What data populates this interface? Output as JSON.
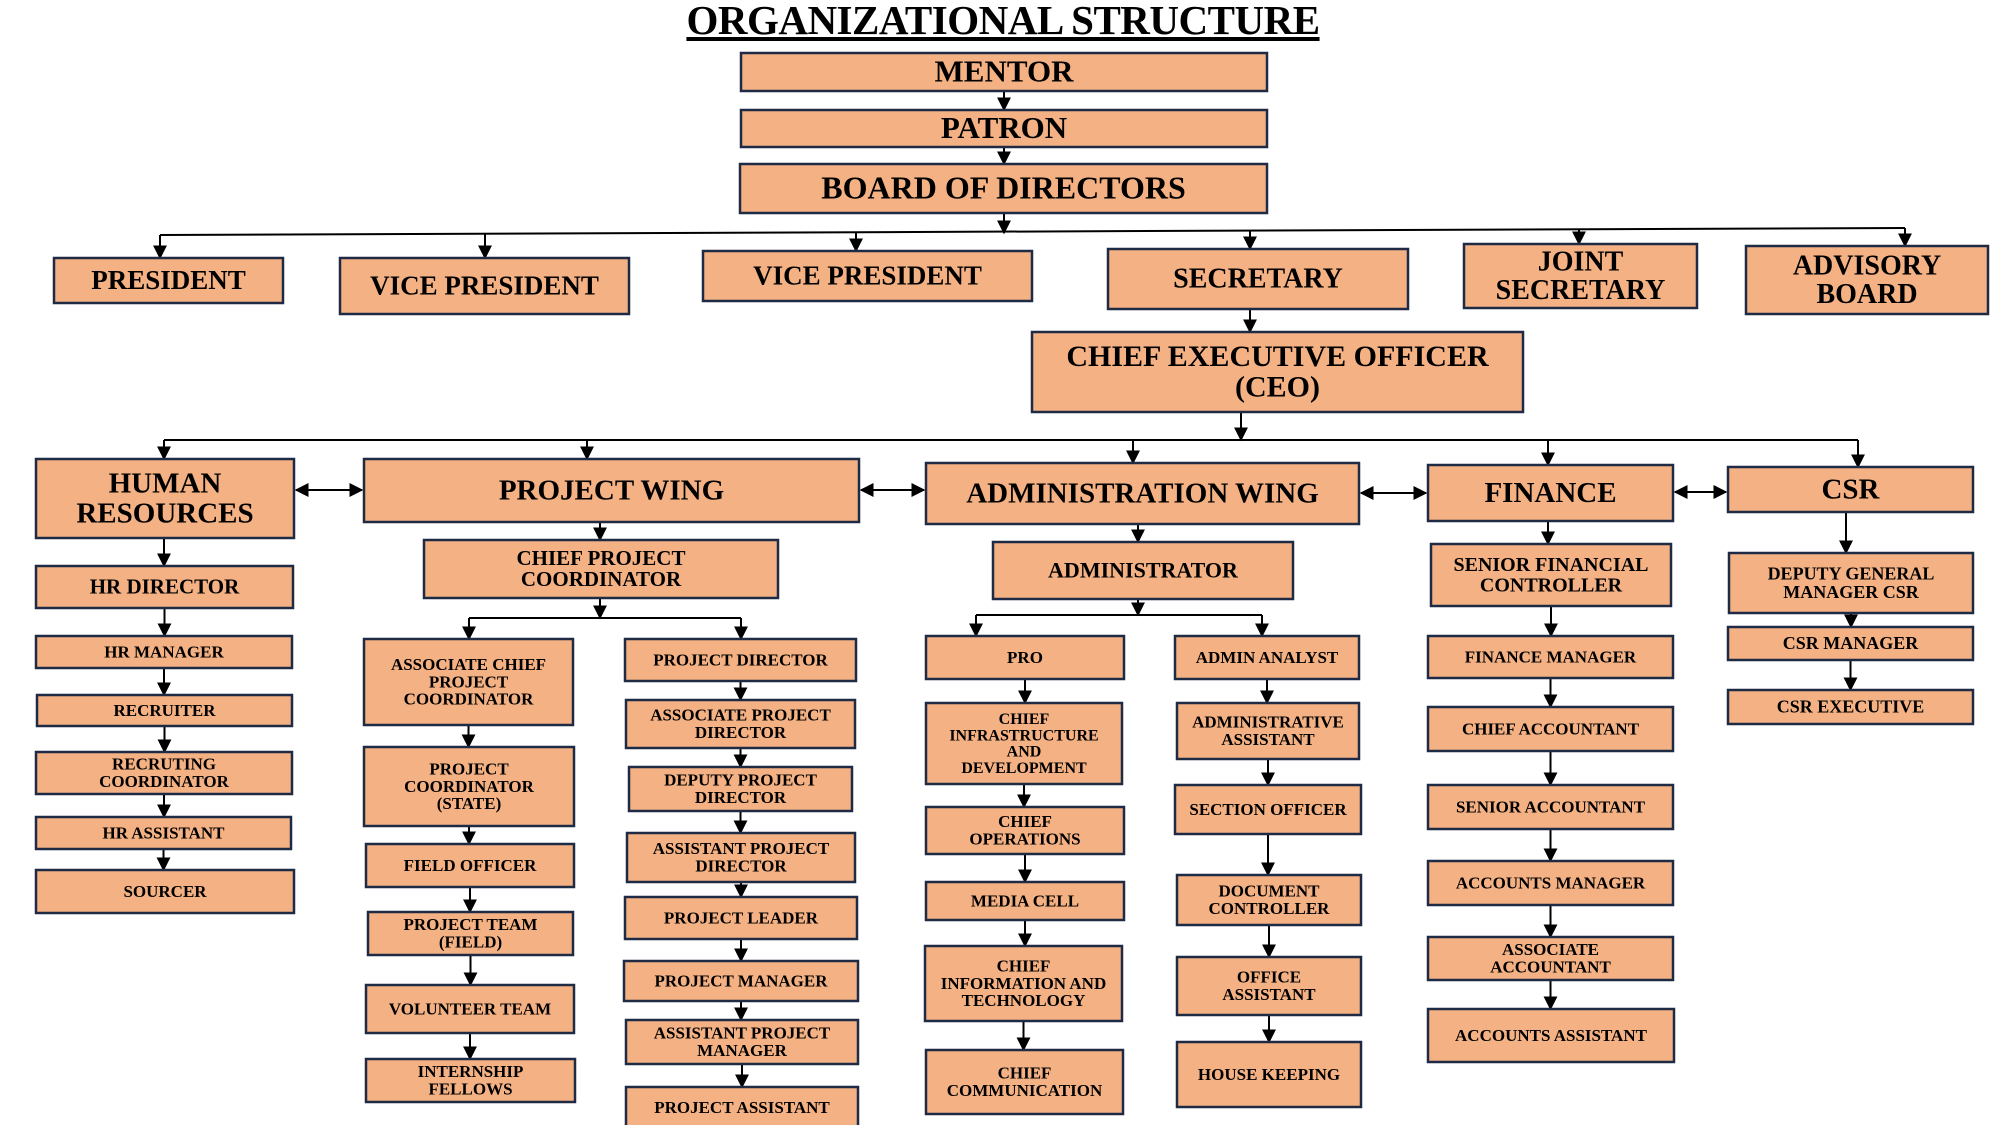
{
  "title": "ORGANIZATIONAL STRUCTURE",
  "colors": {
    "box_fill": "#F4B183",
    "box_border": "#1F2A44",
    "line": "#000000"
  },
  "top_chain": {
    "mentor": "MENTOR",
    "patron": "PATRON",
    "board": "BOARD OF DIRECTORS"
  },
  "board_reports": [
    {
      "id": "president",
      "lines": [
        "PRESIDENT"
      ]
    },
    {
      "id": "vice-president-1",
      "lines": [
        "VICE PRESIDENT"
      ]
    },
    {
      "id": "vice-president-2",
      "lines": [
        "VICE PRESIDENT"
      ]
    },
    {
      "id": "secretary",
      "lines": [
        "SECRETARY"
      ]
    },
    {
      "id": "joint-secretary",
      "lines": [
        "JOINT",
        "SECRETARY"
      ]
    },
    {
      "id": "advisory-board",
      "lines": [
        "ADVISORY",
        "BOARD"
      ]
    }
  ],
  "ceo": {
    "lines": [
      "CHIEF EXECUTIVE OFFICER",
      "(CEO)"
    ]
  },
  "wings": [
    {
      "id": "human-resources",
      "lines": [
        "HUMAN",
        "RESOURCES"
      ],
      "columns": [
        [
          [
            "HR DIRECTOR"
          ],
          [
            "HR MANAGER"
          ],
          [
            "RECRUITER"
          ],
          [
            "RECRUTING",
            "COORDINATOR"
          ],
          [
            "HR ASSISTANT"
          ],
          [
            "SOURCER"
          ]
        ]
      ]
    },
    {
      "id": "project-wing",
      "lines": [
        "PROJECT WING"
      ],
      "head": [
        "CHIEF PROJECT",
        "COORDINATOR"
      ],
      "columns": [
        [
          [
            "ASSOCIATE CHIEF",
            "PROJECT",
            "COORDINATOR"
          ],
          [
            "PROJECT",
            "COORDINATOR",
            "(STATE)"
          ],
          [
            "FIELD OFFICER"
          ],
          [
            "PROJECT TEAM",
            "(FIELD)"
          ],
          [
            "VOLUNTEER TEAM"
          ],
          [
            "INTERNSHIP",
            "FELLOWS"
          ]
        ],
        [
          [
            "PROJECT DIRECTOR"
          ],
          [
            "ASSOCIATE PROJECT",
            "DIRECTOR"
          ],
          [
            "DEPUTY PROJECT",
            "DIRECTOR"
          ],
          [
            "ASSISTANT PROJECT",
            "DIRECTOR"
          ],
          [
            "PROJECT LEADER"
          ],
          [
            "PROJECT MANAGER"
          ],
          [
            "ASSISTANT PROJECT",
            "MANAGER"
          ],
          [
            "PROJECT ASSISTANT"
          ]
        ]
      ]
    },
    {
      "id": "administration-wing",
      "lines": [
        "ADMINISTRATION WING"
      ],
      "head": [
        "ADMINISTRATOR"
      ],
      "columns": [
        [
          [
            "PRO"
          ],
          [
            "CHIEF",
            "INFRASTRUCTURE",
            "AND",
            "DEVELOPMENT"
          ],
          [
            "CHIEF",
            "OPERATIONS"
          ],
          [
            "MEDIA CELL"
          ],
          [
            "CHIEF",
            "INFORMATION AND",
            "TECHNOLOGY"
          ],
          [
            "CHIEF",
            "COMMUNICATION"
          ]
        ],
        [
          [
            "ADMIN ANALYST"
          ],
          [
            "ADMINISTRATIVE",
            "ASSISTANT"
          ],
          [
            "SECTION OFFICER"
          ],
          [
            "DOCUMENT",
            "CONTROLLER"
          ],
          [
            "OFFICE",
            "ASSISTANT"
          ],
          [
            "HOUSE KEEPING"
          ]
        ]
      ]
    },
    {
      "id": "finance",
      "lines": [
        "FINANCE"
      ],
      "columns": [
        [
          [
            "SENIOR FINANCIAL",
            "CONTROLLER"
          ],
          [
            "FINANCE MANAGER"
          ],
          [
            "CHIEF ACCOUNTANT"
          ],
          [
            "SENIOR ACCOUNTANT"
          ],
          [
            "ACCOUNTS MANAGER"
          ],
          [
            "ASSOCIATE",
            "ACCOUNTANT"
          ],
          [
            "ACCOUNTS ASSISTANT"
          ]
        ]
      ]
    },
    {
      "id": "csr",
      "lines": [
        "CSR"
      ],
      "columns": [
        [
          [
            "DEPUTY GENERAL",
            "MANAGER CSR"
          ],
          [
            "CSR MANAGER"
          ],
          [
            "CSR EXECUTIVE"
          ]
        ]
      ]
    }
  ]
}
